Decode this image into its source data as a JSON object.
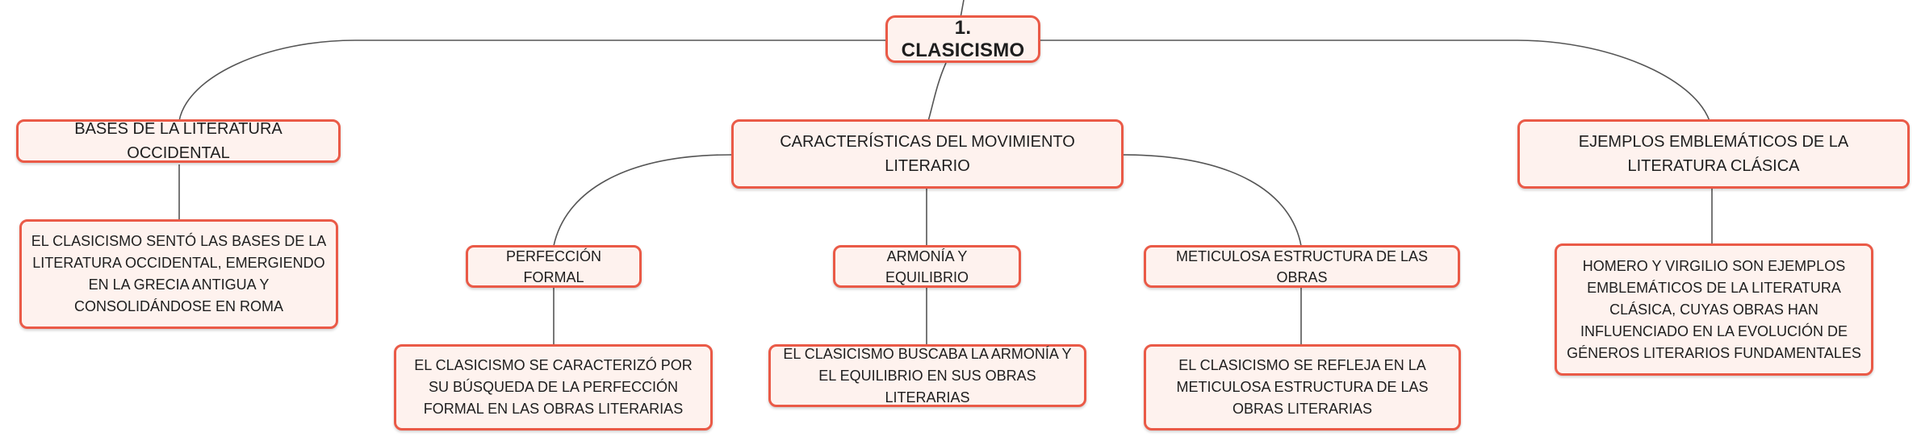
{
  "root": {
    "label": "1. CLASICISMO"
  },
  "branches": [
    {
      "label": "BASES DE LA LITERATURA OCCIDENTAL",
      "detail": "EL CLASICISMO SENTÓ LAS BASES DE LA LITERATURA OCCIDENTAL, EMERGIENDO EN LA GRECIA ANTIGUA Y CONSOLIDÁNDOSE EN ROMA"
    },
    {
      "label": "CARACTERÍSTICAS DEL MOVIMIENTO LITERARIO",
      "children": [
        {
          "label": "PERFECCIÓN FORMAL",
          "detail": "EL CLASICISMO SE CARACTERIZÓ POR SU BÚSQUEDA DE LA PERFECCIÓN FORMAL EN LAS OBRAS LITERARIAS"
        },
        {
          "label": "ARMONÍA Y EQUILIBRIO",
          "detail": "EL CLASICISMO BUSCABA LA ARMONÍA Y EL EQUILIBRIO EN SUS OBRAS LITERARIAS"
        },
        {
          "label": "METICULOSA ESTRUCTURA DE LAS OBRAS",
          "detail": "EL CLASICISMO SE REFLEJA EN LA METICULOSA ESTRUCTURA DE LAS OBRAS LITERARIAS"
        }
      ]
    },
    {
      "label": "EJEMPLOS EMBLEMÁTICOS DE LA LITERATURA CLÁSICA",
      "detail": "HOMERO Y VIRGILIO SON EJEMPLOS EMBLEMÁTICOS DE LA LITERATURA CLÁSICA, CUYAS OBRAS HAN INFLUENCIADO EN LA EVOLUCIÓN DE GÉNEROS LITERARIOS FUNDAMENTALES"
    }
  ],
  "colors": {
    "node_border": "#ea5a47",
    "node_fill": "#fef2ee",
    "connector": "#555555",
    "text": "#1e1e1e"
  }
}
